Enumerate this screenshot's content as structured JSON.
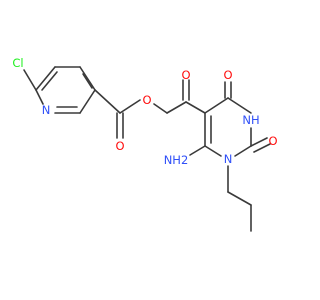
{
  "structure": {
    "atom_labels": {
      "cl": "Cl",
      "pyridine_n": "N",
      "ester_o_carbonyl": "O",
      "ester_o_bridge": "O",
      "ketone_o": "O",
      "c4_o": "O",
      "nh": "NH",
      "c2_o": "O",
      "n1": "N",
      "nh2": "NH2"
    }
  }
}
